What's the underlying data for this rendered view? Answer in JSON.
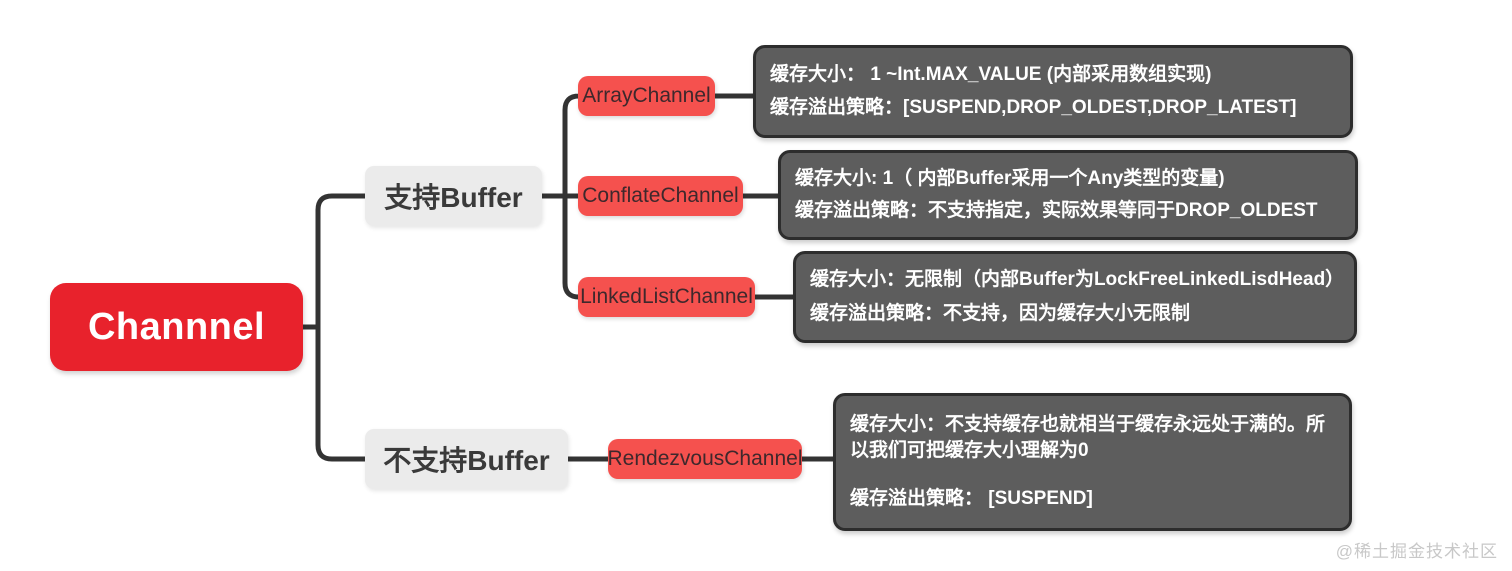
{
  "diagram": {
    "root": {
      "label": "Channnel"
    },
    "branches": [
      {
        "label": "支持Buffer"
      },
      {
        "label": "不支持Buffer"
      }
    ],
    "channels": [
      {
        "name": "ArrayChannel",
        "lines": [
          "缓存大小： 1 ~Int.MAX_VALUE (内部采用数组实现)",
          "缓存溢出策略：[SUSPEND,DROP_OLDEST,DROP_LATEST]"
        ]
      },
      {
        "name": "ConflateChannel",
        "lines": [
          "缓存大小: 1（ 内部Buffer采用一个Any类型的变量)",
          "缓存溢出策略：不支持指定，实际效果等同于DROP_OLDEST"
        ]
      },
      {
        "name": "LinkedListChannel",
        "lines": [
          "缓存大小：无限制（内部Buffer为LockFreeLinkedLisdHead）",
          "缓存溢出策略：不支持，因为缓存大小无限制"
        ]
      },
      {
        "name": "RendezvousChannel",
        "lines": [
          "缓存大小：不支持缓存也就相当于缓存永远处于满的。所以我们可把缓存大小理解为0",
          "缓存溢出策略： [SUSPEND]"
        ]
      }
    ],
    "watermark": "@稀土掘金技术社区",
    "colors": {
      "root_red": "#e8222c",
      "node_red": "#f5514e",
      "node_text": "#3e282c",
      "branch_bg": "#ebebeb",
      "branch_text": "#3a3a3a",
      "desc_bg": "#5d5d5d",
      "desc_border": "#2d2d2d",
      "line": "#333333",
      "watermark_gray": "#c8c8c8"
    }
  }
}
